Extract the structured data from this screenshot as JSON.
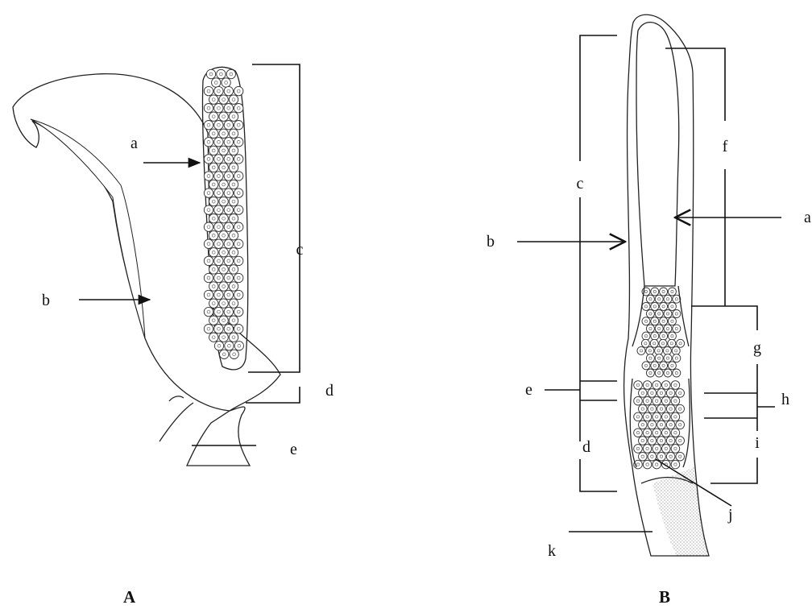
{
  "figure_a": {
    "labels": {
      "a": "a",
      "b": "b",
      "c": "c",
      "d": "d",
      "e": "e"
    },
    "panel": "A"
  },
  "figure_b": {
    "labels": {
      "a": "a",
      "b": "b",
      "c": "c",
      "d": "d",
      "e": "e",
      "f": "f",
      "g": "g",
      "h": "h",
      "i": "i",
      "j": "j",
      "k": "k"
    },
    "panel": "B"
  }
}
